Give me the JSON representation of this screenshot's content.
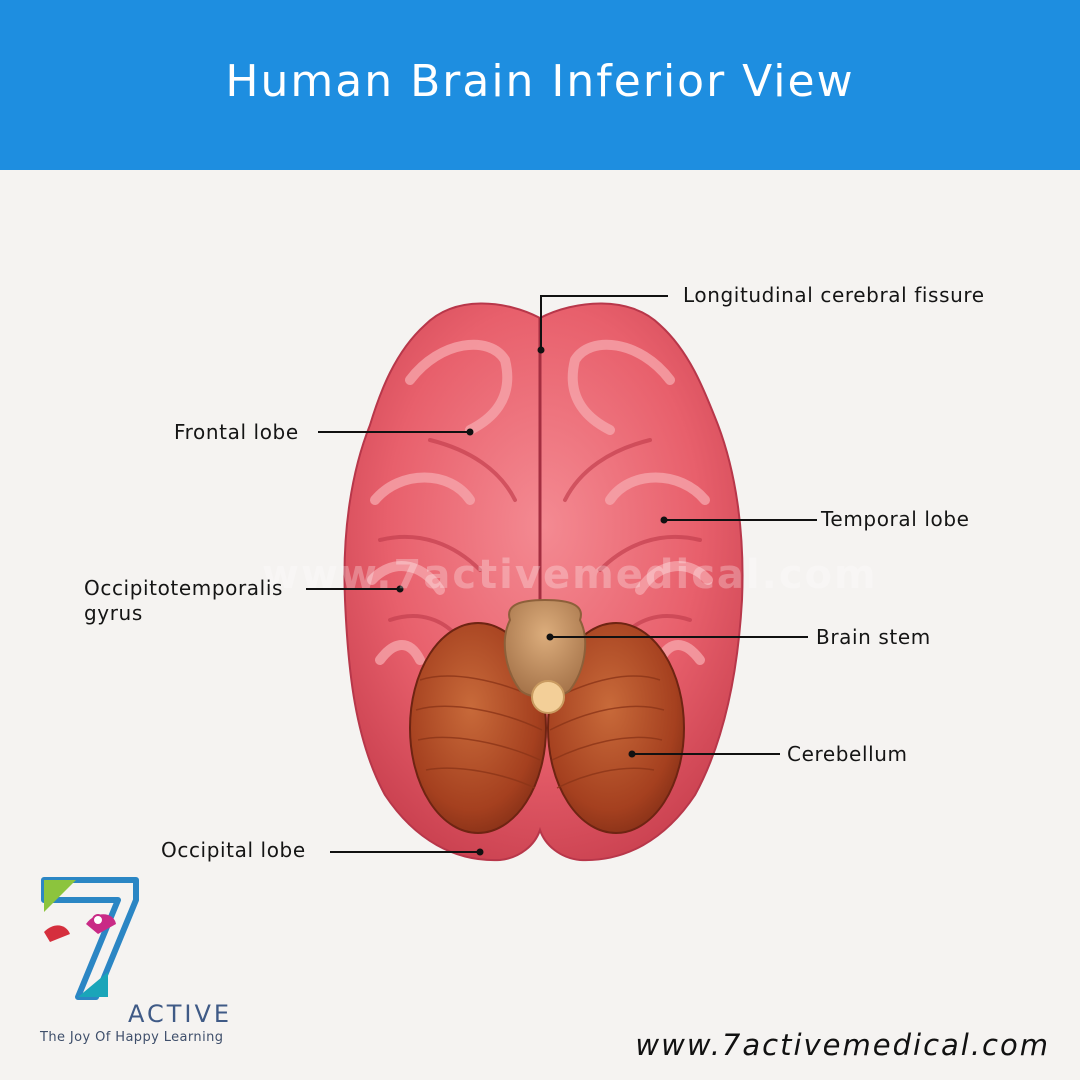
{
  "title": "Human Brain Inferior View",
  "watermark": "www.7activemedical.com",
  "labels": {
    "longitudinal_fissure": "Longitudinal cerebral fissure",
    "frontal_lobe": "Frontal lobe",
    "temporal_lobe": "Temporal lobe",
    "occipitotemporalis_gyrus_line1": "Occipitotemporalis",
    "occipitotemporalis_gyrus_line2": "gyrus",
    "brain_stem": "Brain stem",
    "cerebellum": "Cerebellum",
    "occipital_lobe": "Occipital lobe"
  },
  "logo": {
    "word": "ACTIVE",
    "tagline": "The Joy Of Happy Learning"
  },
  "website": "www.7activemedical.com",
  "colors": {
    "header": "#1e8ee0",
    "background": "#f5f3f1",
    "cerebrum": "#ec6370",
    "cerebellum": "#b04a2a",
    "brain_stem": "#c99563"
  }
}
